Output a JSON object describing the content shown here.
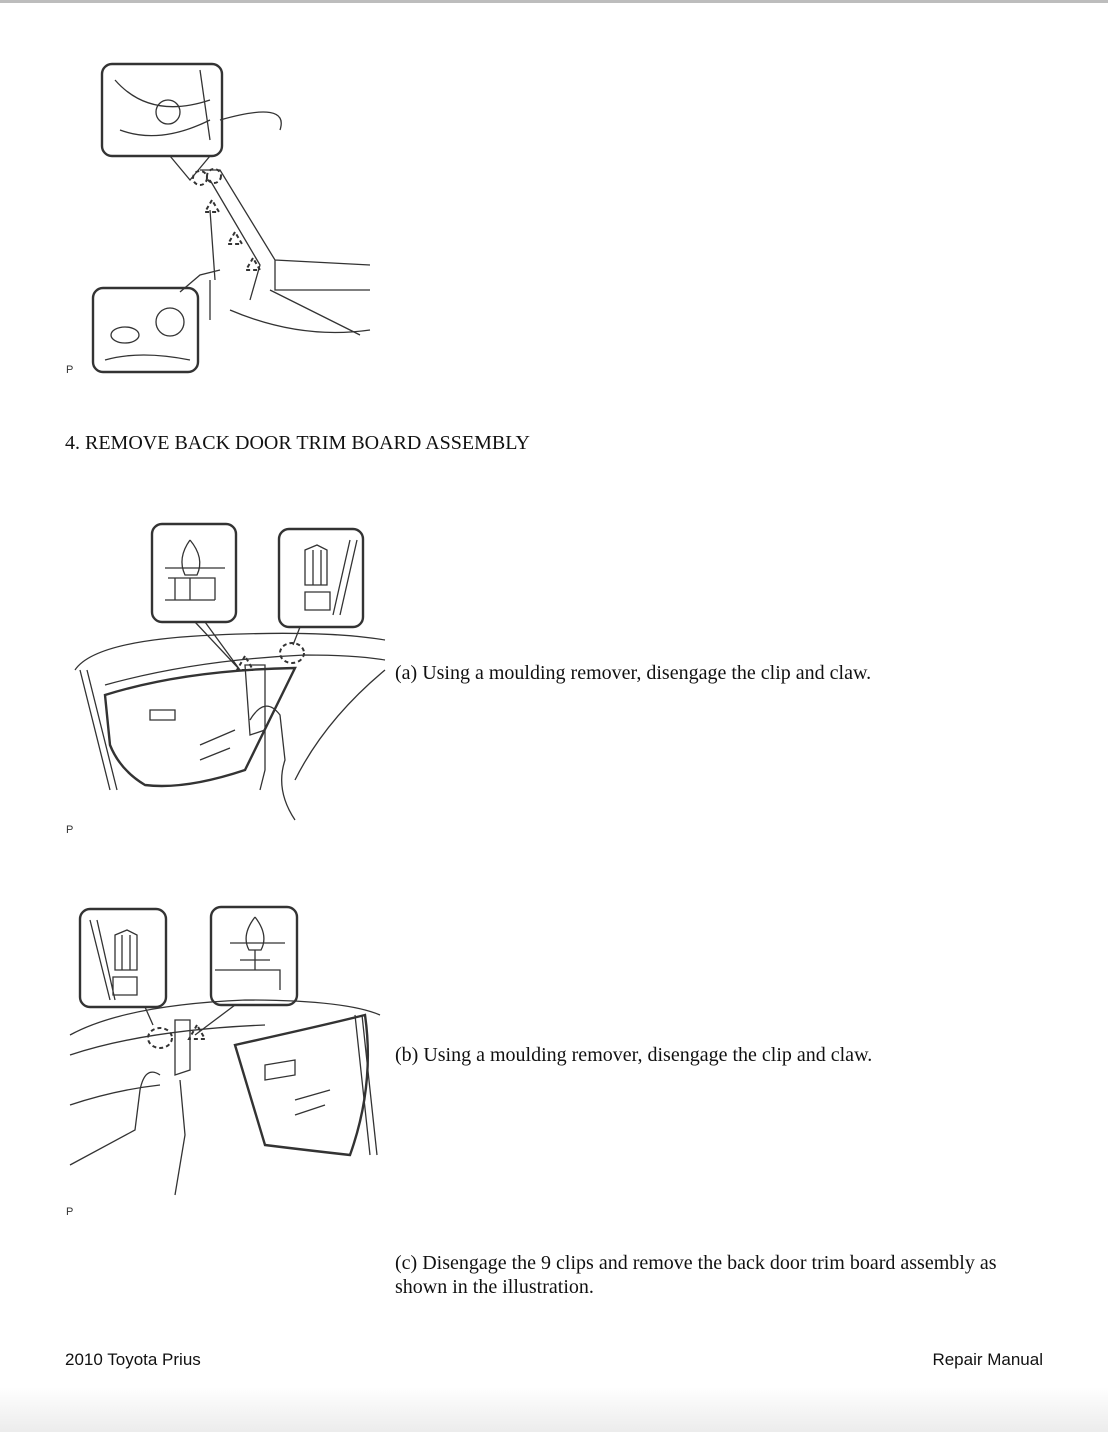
{
  "figures": [
    {
      "label": "P"
    },
    {
      "label": "P"
    },
    {
      "label": "P"
    }
  ],
  "section": {
    "heading": "4. REMOVE BACK DOOR TRIM BOARD ASSEMBLY",
    "steps": [
      {
        "text": "(a) Using a moulding remover, disengage the clip and claw."
      },
      {
        "text": "(b) Using a moulding remover, disengage the clip and claw."
      },
      {
        "text": "(c) Disengage the 9 clips and remove the back door trim board assembly as shown in the illustration."
      }
    ]
  },
  "footer": {
    "left": "2010 Toyota Prius",
    "right": "Repair Manual"
  }
}
